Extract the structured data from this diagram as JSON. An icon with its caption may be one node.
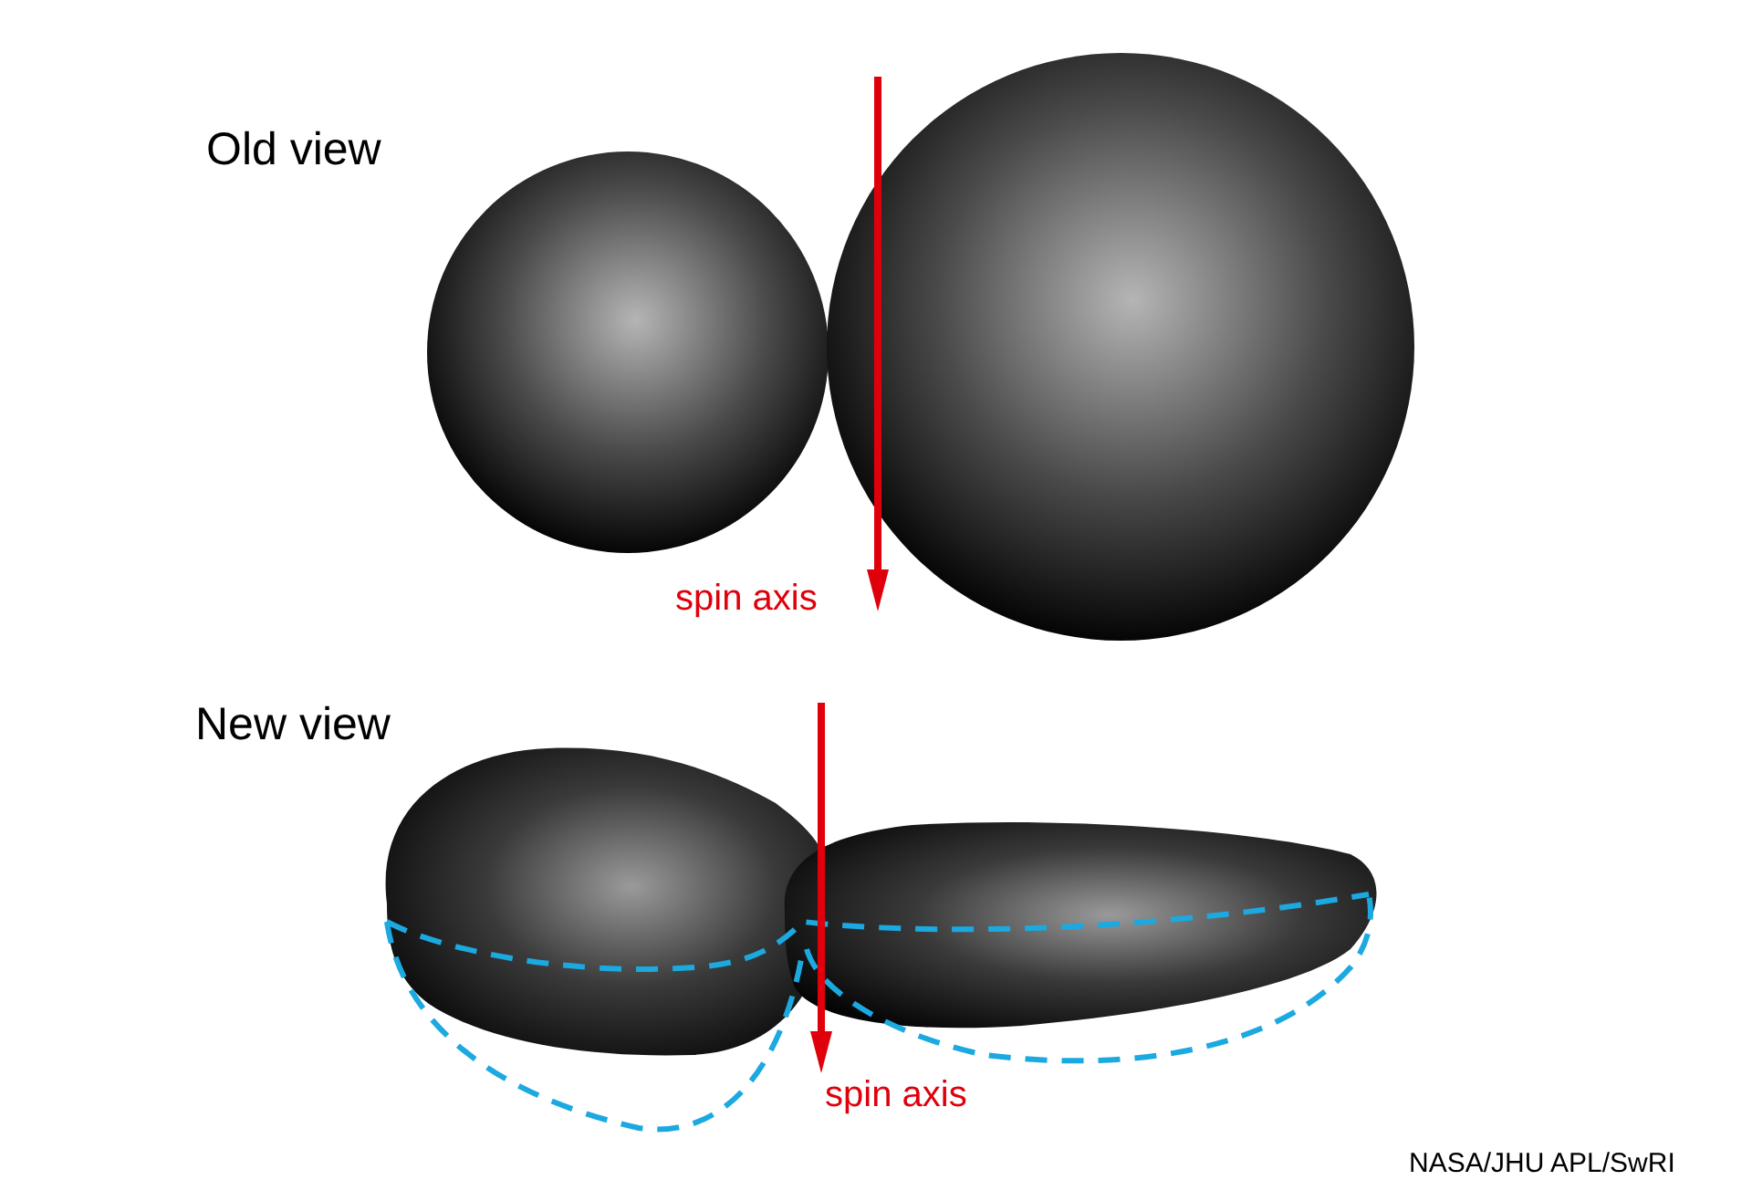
{
  "diagram": {
    "labels": [
      "Old view",
      "spin axis",
      "New view",
      "spin axis",
      "NASA/JHU APL/SwRI"
    ]
  }
}
